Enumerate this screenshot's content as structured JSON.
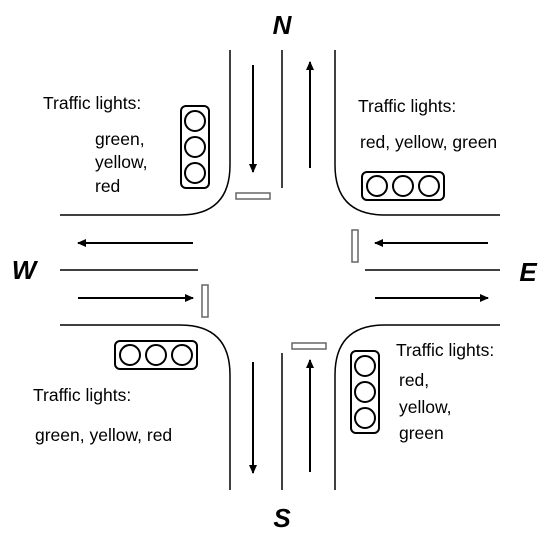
{
  "compass": {
    "north": "N",
    "south": "S",
    "west": "W",
    "east": "E"
  },
  "traffic_lights": {
    "northwest": {
      "title": "Traffic lights:",
      "lines": [
        "green,",
        "yellow,",
        "red"
      ],
      "orientation": "vertical"
    },
    "northeast": {
      "title": "Traffic lights:",
      "lines": [
        "red, yellow, green"
      ],
      "orientation": "horizontal"
    },
    "southwest": {
      "title": "Traffic lights:",
      "lines": [
        "green, yellow, red"
      ],
      "orientation": "horizontal"
    },
    "southeast": {
      "title": "Traffic lights:",
      "lines": [
        "red,",
        "yellow,",
        "green"
      ],
      "orientation": "vertical"
    }
  },
  "colors": {
    "stroke": "#000000",
    "stop_line": "#666666",
    "background": "#ffffff"
  }
}
